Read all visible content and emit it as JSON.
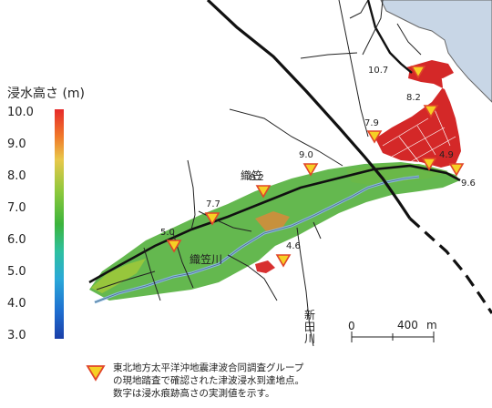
{
  "legend": {
    "title": "浸水高さ (m)",
    "ticks": [
      "10.0",
      "9.0",
      "8.0",
      "7.0",
      "6.0",
      "5.0",
      "4.0",
      "3.0"
    ],
    "gradient_top": "#e62a2a",
    "gradient_bottom": "#1a3ea8"
  },
  "markers": [
    {
      "value": "10.7"
    },
    {
      "value": "8.2"
    },
    {
      "value": "7.9"
    },
    {
      "value": "4.9"
    },
    {
      "value": "9.6"
    },
    {
      "value": "9.0"
    },
    {
      "value": "8.2"
    },
    {
      "value": "7.7"
    },
    {
      "value": "5.0"
    },
    {
      "value": "4.6"
    }
  ],
  "places": {
    "town": "織笠",
    "river": "織笠川",
    "river2_chars": [
      "新",
      "田",
      "川"
    ]
  },
  "scale": {
    "zero": "0",
    "distance": "400",
    "unit": "m"
  },
  "note": {
    "marker_icon": "triangle-marker-icon",
    "lines": [
      "東北地方太平洋沖地震津波合同調査グループ",
      "の現地踏査で確認された津波浸水到達地点。",
      "数字は浸水痕跡高さの実測値を示す。"
    ]
  },
  "colors": {
    "sea": "#c8d6e6",
    "marker_fill": "#f6d024",
    "marker_stroke": "#e0452a",
    "urban": "#d42828"
  }
}
